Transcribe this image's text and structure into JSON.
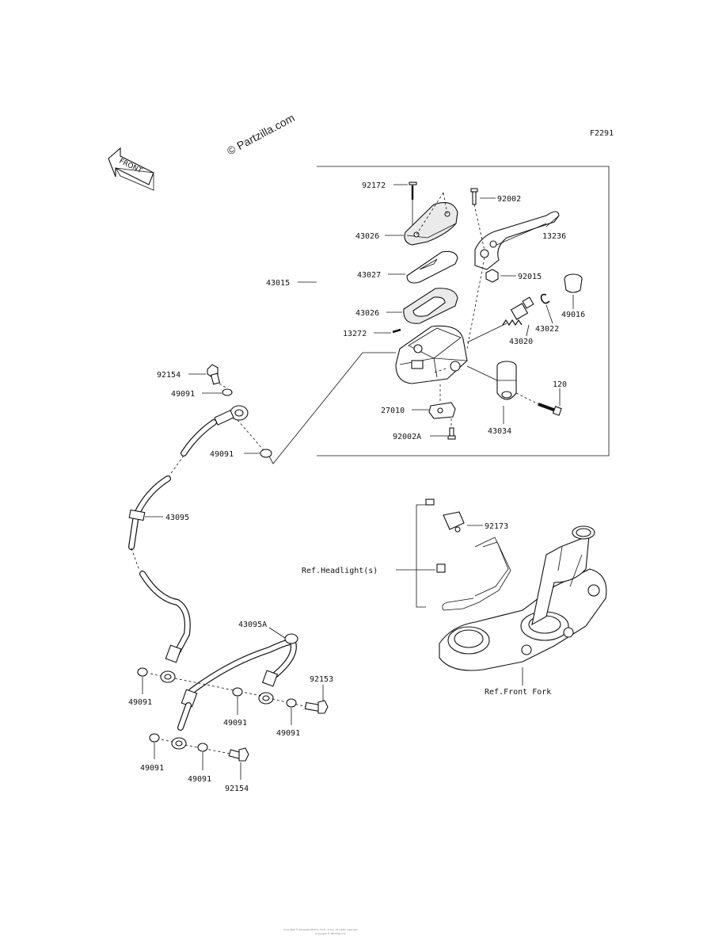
{
  "diagram": {
    "code": "F2291",
    "watermark": "© Partzilla.com",
    "front_arrow": "FRONT",
    "footer": [
      "Copyright © Kawasaki Motors Corp., U.S.A. All rights reserved.",
      "Copyright © Partzilla.com"
    ]
  },
  "labels": {
    "p92172": "92172",
    "p92002": "92002",
    "p43026a": "43026",
    "p13236": "13236",
    "p43027": "43027",
    "p43015": "43015",
    "p92015": "92015",
    "p49016": "49016",
    "p43026b": "43026",
    "p43022": "43022",
    "p13272": "13272",
    "p43020": "43020",
    "p92154a": "92154",
    "p49091a": "49091",
    "p120": "120",
    "p27010": "27010",
    "p49091b": "49091",
    "p43034": "43034",
    "p92002a": "92002A",
    "p43095": "43095",
    "p92173": "92173",
    "ref_headlight": "Ref.Headlight(s)",
    "p43095a": "43095A",
    "p92153": "92153",
    "p49091c": "49091",
    "p49091d": "49091",
    "p49091e": "49091",
    "ref_front_fork": "Ref.Front Fork",
    "p49091f": "49091",
    "p49091g": "49091",
    "p92154b": "92154"
  }
}
